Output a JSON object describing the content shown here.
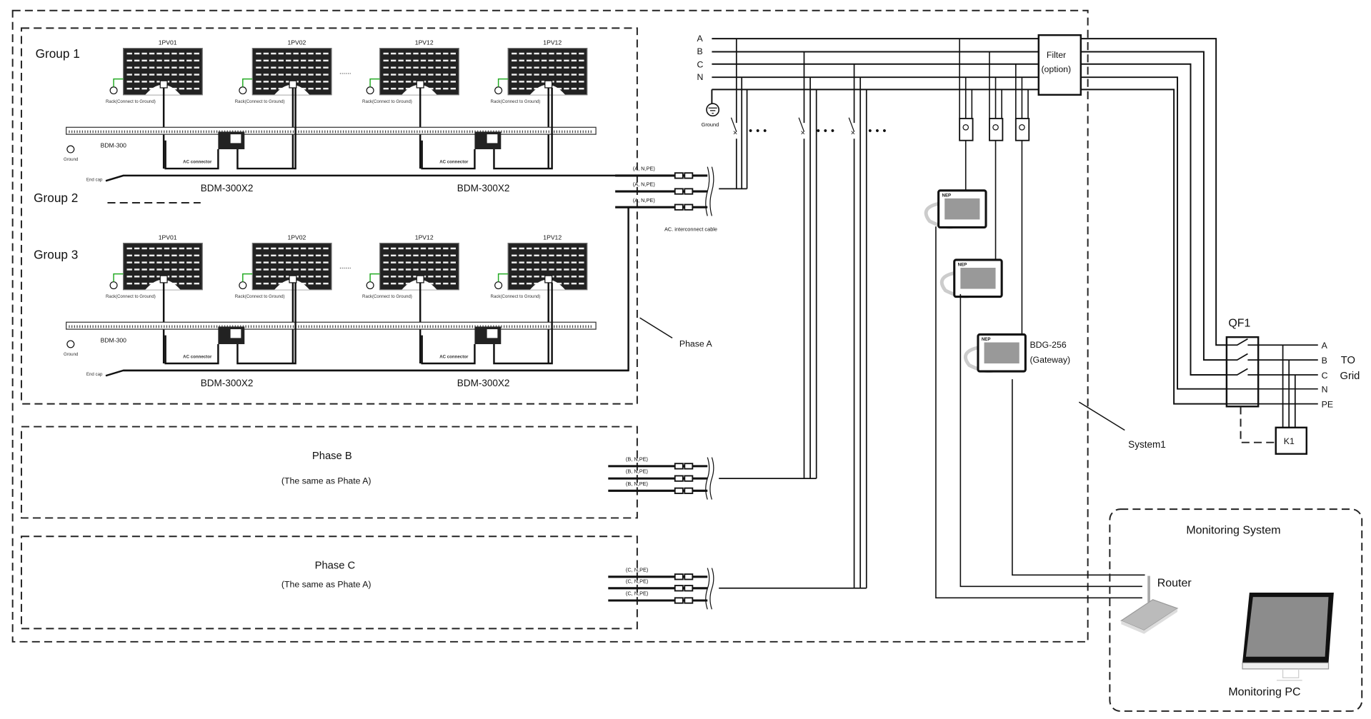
{
  "system": {
    "label": "System1"
  },
  "groups": [
    {
      "label": "Group 1"
    },
    {
      "label": "Group 2"
    },
    {
      "label": "Group 3"
    }
  ],
  "panels": {
    "labels": [
      "1PV01",
      "1PV02",
      "1PV12",
      "1PV12"
    ],
    "ellipsis": "......",
    "rack_label": "Rack(Connect to Ground)"
  },
  "rail": {
    "label": "BDM-300",
    "ground_label": "Ground",
    "end_cap": "End cap",
    "ac_label": "AC connector"
  },
  "microinverters": {
    "label": "BDM-300X2",
    "brand": "NEP"
  },
  "phase_a": {
    "cable_label": "(A, N,PE)",
    "interconnect_label": "AC. interconnect cable",
    "label": "Phase A"
  },
  "phase_b": {
    "title": "Phase  B",
    "subtitle": "(The same as Phate A)",
    "cable_label": "(B, N,PE)"
  },
  "phase_c": {
    "title": "Phase  C",
    "subtitle": "(The same as Phate A)",
    "cable_label": "(C, N,PE)"
  },
  "bus": {
    "lines": [
      "A",
      "B",
      "C",
      "N"
    ],
    "ground_label": "Ground"
  },
  "filter": {
    "line1": "Filter",
    "line2": "(option)"
  },
  "gateway": {
    "model": "BDG-256",
    "role": "(Gateway)"
  },
  "breaker": {
    "label": "QF1",
    "outputs": [
      "A",
      "B",
      "C",
      "N",
      "PE"
    ],
    "to": "TO",
    "grid": "Grid",
    "contactor": "K1"
  },
  "monitoring": {
    "title": "Monitoring System",
    "router": "Router",
    "pc": "Monitoring  PC"
  }
}
